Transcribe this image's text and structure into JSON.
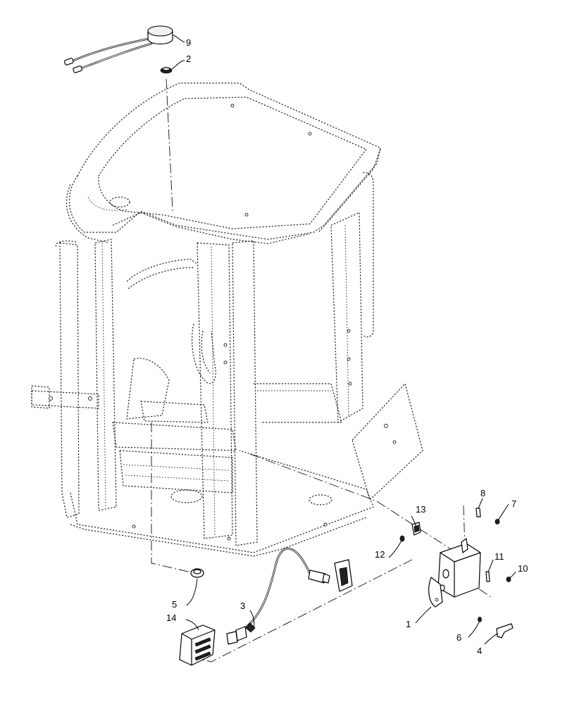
{
  "diagram": {
    "callouts": [
      {
        "id": "callout-1",
        "label": "1"
      },
      {
        "id": "callout-2",
        "label": "2"
      },
      {
        "id": "callout-3",
        "label": "3"
      },
      {
        "id": "callout-4",
        "label": "4"
      },
      {
        "id": "callout-5",
        "label": "5"
      },
      {
        "id": "callout-6",
        "label": "6"
      },
      {
        "id": "callout-7",
        "label": "7"
      },
      {
        "id": "callout-8",
        "label": "8"
      },
      {
        "id": "callout-9",
        "label": "9"
      },
      {
        "id": "callout-10",
        "label": "10"
      },
      {
        "id": "callout-11",
        "label": "11"
      },
      {
        "id": "callout-12",
        "label": "12"
      },
      {
        "id": "callout-13",
        "label": "13"
      },
      {
        "id": "callout-14",
        "label": "14"
      }
    ],
    "colors": {
      "ink": "#000000",
      "background": "#ffffff"
    }
  }
}
